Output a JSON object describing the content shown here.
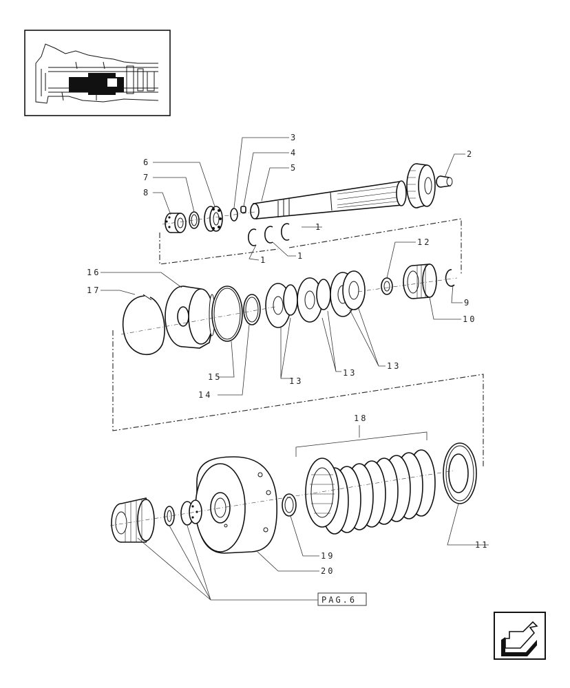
{
  "diagram": {
    "callouts": [
      "1",
      "1",
      "1",
      "1",
      "2",
      "3",
      "4",
      "5",
      "6",
      "7",
      "8",
      "9",
      "10",
      "11",
      "12",
      "13",
      "13",
      "13",
      "13",
      "14",
      "15",
      "16",
      "17",
      "18",
      "19",
      "20"
    ],
    "reference_box": "PAG.6"
  },
  "nav": {
    "back_icon": "back-arrow-icon"
  }
}
